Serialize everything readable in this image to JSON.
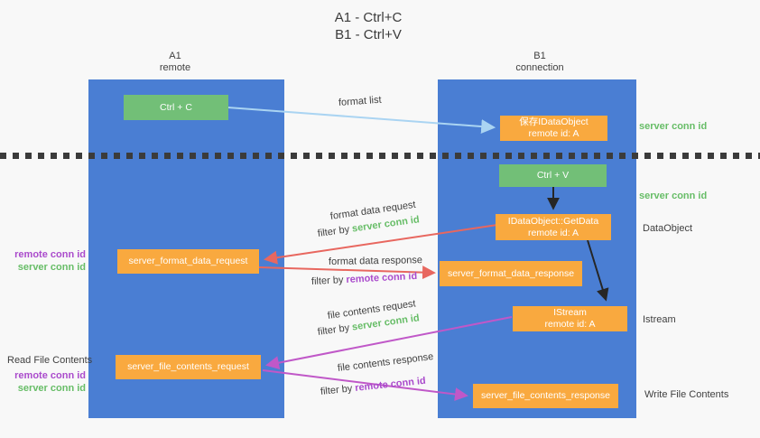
{
  "title": {
    "line1": "A1 - Ctrl+C",
    "line2": "B1 - Ctrl+V"
  },
  "columns": {
    "left": {
      "id": "A1",
      "name": "remote"
    },
    "right": {
      "id": "B1",
      "name": "connection"
    }
  },
  "nodes": {
    "ctrl_c": {
      "label": "Ctrl + C"
    },
    "save_idataobject": {
      "line1": "保存IDataObject",
      "line2": "remote id: A"
    },
    "ctrl_v": {
      "label": "Ctrl + V"
    },
    "getdata": {
      "line1": "IDataObject::GetData",
      "line2": "remote id: A"
    },
    "format_request": {
      "label": "server_format_data_request"
    },
    "format_response": {
      "label": "server_format_data_response"
    },
    "istream": {
      "line1": "IStream",
      "line2": "remote id: A"
    },
    "file_request": {
      "label": "server_file_contents_request"
    },
    "file_response": {
      "label": "server_file_contents_response"
    }
  },
  "flow_labels": {
    "format_list": "format list",
    "format_data_request": "format data request",
    "format_data_response": "format data response",
    "file_contents_request": "file contents request",
    "file_contents_response": "file contents response",
    "filter_by": "filter by",
    "server_conn_id": "server conn id",
    "remote_conn_id": "remote conn id"
  },
  "side_labels": {
    "left_format_remote": "remote conn id",
    "left_format_server": "server conn id",
    "read_file_contents": "Read File Contents",
    "left_file_remote": "remote conn id",
    "left_file_server": "server conn id",
    "server_conn_id_top": "server conn id",
    "server_conn_id_mid": "server conn id",
    "dataobject": "DataObject",
    "istream": "Istream",
    "write_file_contents": "Write File Contents"
  },
  "colors": {
    "background": "#f8f8f8",
    "column_blue": "#4a7ed3",
    "box_green": "#72bf77",
    "box_orange": "#f9a93f",
    "arrow_lightblue": "#aad4f2",
    "arrow_red": "#e8675f",
    "arrow_purple": "#c058c8",
    "arrow_black": "#262626",
    "text_green": "#67bd67",
    "text_purple": "#aa4bcc",
    "text_dark": "#3f3f3f",
    "divider": "#3b3b3b"
  }
}
